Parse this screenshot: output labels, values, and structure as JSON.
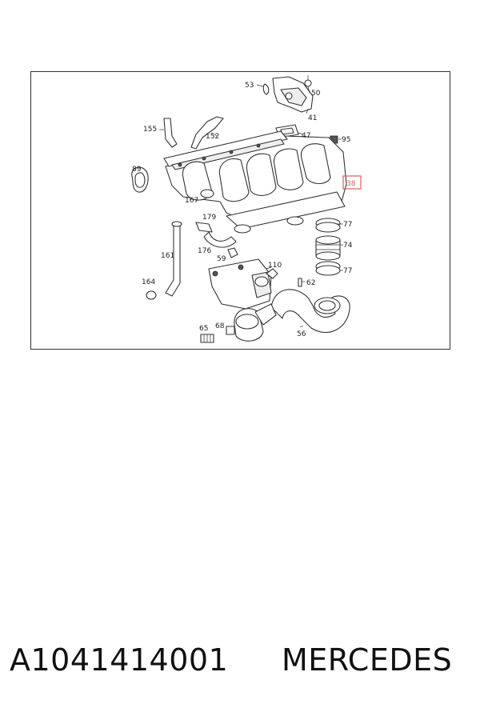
{
  "diagram": {
    "callouts": [
      {
        "id": "53",
        "label": "53"
      },
      {
        "id": "50",
        "label": "50"
      },
      {
        "id": "41",
        "label": "41"
      },
      {
        "id": "47",
        "label": "47"
      },
      {
        "id": "95",
        "label": "95"
      },
      {
        "id": "155",
        "label": "155"
      },
      {
        "id": "152",
        "label": "152"
      },
      {
        "id": "89",
        "label": "89"
      },
      {
        "id": "38",
        "label": "38"
      },
      {
        "id": "167",
        "label": "167"
      },
      {
        "id": "179",
        "label": "179"
      },
      {
        "id": "77a",
        "label": "77"
      },
      {
        "id": "74",
        "label": "74"
      },
      {
        "id": "77b",
        "label": "77"
      },
      {
        "id": "176",
        "label": "176"
      },
      {
        "id": "161",
        "label": "161"
      },
      {
        "id": "59",
        "label": "59"
      },
      {
        "id": "110",
        "label": "110"
      },
      {
        "id": "62",
        "label": "62"
      },
      {
        "id": "164",
        "label": "164"
      },
      {
        "id": "65",
        "label": "65"
      },
      {
        "id": "68",
        "label": "68"
      },
      {
        "id": "56",
        "label": "56"
      }
    ],
    "highlighted_callout": "38",
    "highlight_color": "#e05a5a"
  },
  "footer": {
    "part_number": "A1041414001",
    "brand": "MERCEDES"
  }
}
